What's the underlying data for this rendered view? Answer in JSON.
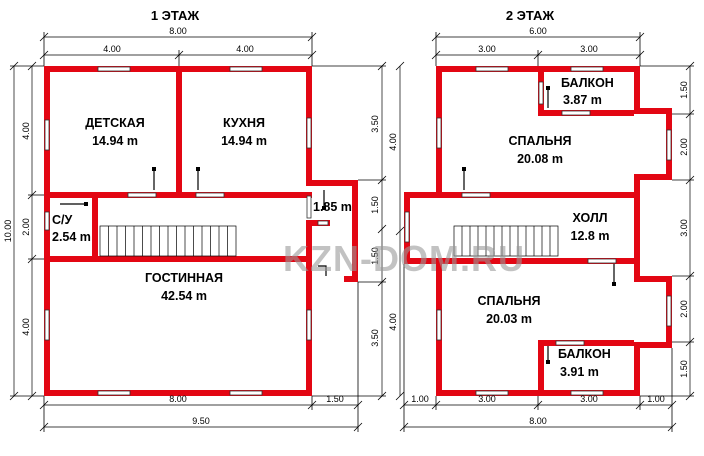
{
  "floor1": {
    "title": "1 ЭТАЖ",
    "rooms": [
      {
        "name": "ДЕТСКАЯ",
        "area": "14.94 m"
      },
      {
        "name": "КУХНЯ",
        "area": "14.94 m"
      },
      {
        "name": "С/У",
        "area": "2.54 m"
      },
      {
        "name": "ГОСТИННАЯ",
        "area": "42.54 m"
      },
      {
        "name": "",
        "area": "1.85 m"
      }
    ],
    "dims": {
      "top_total": "8.00",
      "top_left": "4.00",
      "top_right": "4.00",
      "bottom_main": "8.00",
      "bottom_ext": "1.50",
      "bottom_total": "9.50",
      "left_total": "10.00",
      "left_a": "4.00",
      "left_b": "2.00",
      "left_c": "4.00",
      "right_a": "3.50",
      "right_b": "1.50",
      "right_c": "1.50",
      "right_d": "3.50",
      "inner_a": "4.00",
      "inner_b": "4.00"
    }
  },
  "floor2": {
    "title": "2 ЭТАЖ",
    "rooms": [
      {
        "name": "БАЛКОН",
        "area": "3.87 m"
      },
      {
        "name": "СПАЛЬНЯ",
        "area": "20.08 m"
      },
      {
        "name": "ХОЛЛ",
        "area": "12.8 m"
      },
      {
        "name": "СПАЛЬНЯ",
        "area": "20.03 m"
      },
      {
        "name": "БАЛКОН",
        "area": "3.91 m"
      }
    ],
    "dims": {
      "top_total": "6.00",
      "top_left": "3.00",
      "top_right": "3.00",
      "bottom_a": "1.00",
      "bottom_b": "3.00",
      "bottom_c": "3.00",
      "bottom_d": "1.00",
      "bottom_total": "8.00",
      "right_a": "1.50",
      "right_b": "2.00",
      "right_c": "3.00",
      "right_d": "2.00",
      "right_e": "1.50"
    }
  },
  "watermark": "KZN-DOM.RU"
}
